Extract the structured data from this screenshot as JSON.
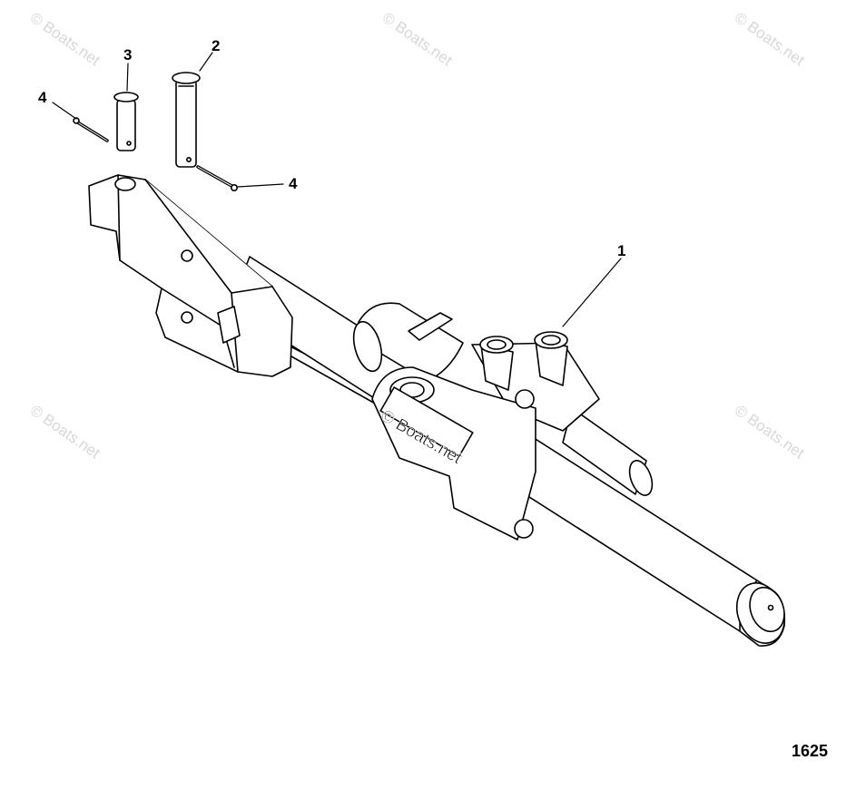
{
  "callouts": {
    "c1": "1",
    "c2": "2",
    "c3": "3",
    "c4a": "4",
    "c4b": "4"
  },
  "watermark": "© Boats.net",
  "figure_number": "1625",
  "colors": {
    "line": "#000000",
    "fill": "#ffffff",
    "watermark": "#d8d8d8"
  }
}
